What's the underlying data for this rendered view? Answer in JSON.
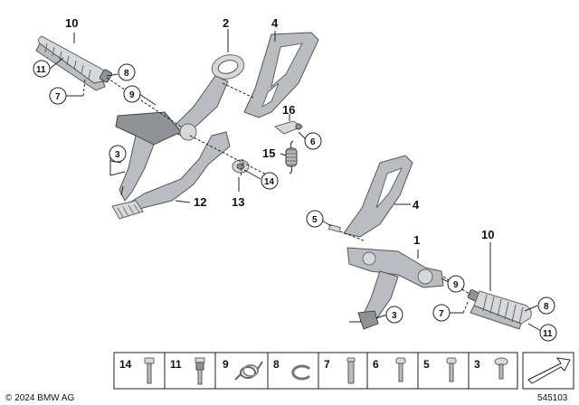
{
  "callouts": {
    "top_left": [
      "10",
      "11",
      "8",
      "7",
      "9",
      "2",
      "4",
      "16",
      "6",
      "15",
      "3",
      "12",
      "13",
      "14"
    ],
    "bottom_right": [
      "4",
      "5",
      "1",
      "10",
      "9",
      "8",
      "7",
      "3",
      "11"
    ]
  },
  "parts_table": [
    "14",
    "11",
    "9",
    "8",
    "7",
    "6",
    "5",
    "3"
  ],
  "footer": {
    "copyright": "© 2024 BMW AG",
    "diagram_number": "545103"
  }
}
